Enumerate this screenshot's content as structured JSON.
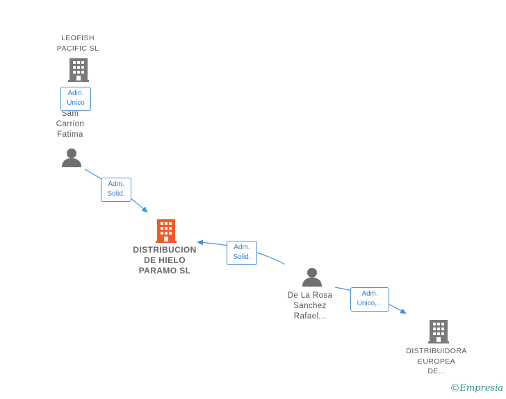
{
  "nodes": {
    "leofish": {
      "line1": "LEOFISH",
      "line2": "PACIFIC  SL"
    },
    "sam": {
      "line1": "Sam",
      "line2": "Carrion",
      "line3": "Fatima"
    },
    "distribucion": {
      "line1": "DISTRIBUCION",
      "line2": "DE HIELO",
      "line3": "PARAMO  SL"
    },
    "delarosa": {
      "line1": "De La Rosa",
      "line2": "Sanchez",
      "line3": "Rafael..."
    },
    "europea": {
      "line1": "DISTRIBUIDORA",
      "line2": "EUROPEA",
      "line3": "DE..."
    }
  },
  "edges": {
    "sam_leofish": {
      "line1": "Adm.",
      "line2": "Unico"
    },
    "sam_distribucion": {
      "line1": "Adm.",
      "line2": "Solid."
    },
    "delarosa_distribucion": {
      "line1": "Adm.",
      "line2": "Solid."
    },
    "delarosa_europea": {
      "line1": "Adm.",
      "line2": "Unico,..."
    }
  },
  "footer": {
    "copyright": "©",
    "brand": "Empresia"
  },
  "colors": {
    "edge": "#4a90d9",
    "edge_text": "#2f7ec4",
    "company_icon": "#7a7a7a",
    "main_company_icon": "#f05a28",
    "person_icon": "#6f6f6f",
    "brand": "#2a8c82"
  },
  "icons": {
    "company": "building-icon",
    "person": "person-icon"
  }
}
